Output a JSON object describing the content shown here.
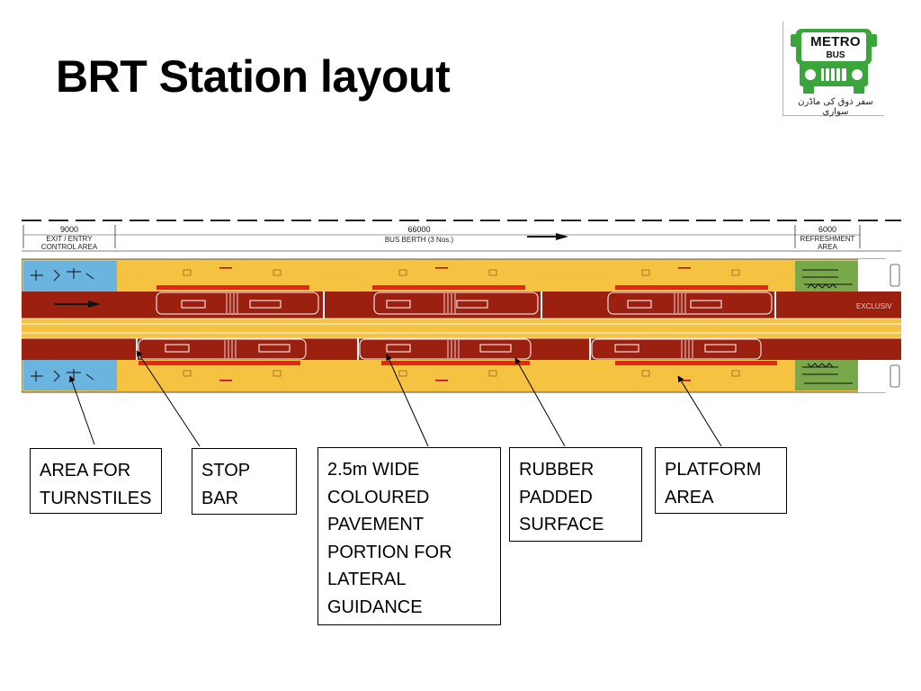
{
  "title": "BRT Station layout",
  "logo": {
    "line1": "METRO",
    "line2": "BUS",
    "tagline": "سفر ذوق کی ماڈرن سواری"
  },
  "plan": {
    "dimensions": [
      {
        "value": "9000",
        "label_lines": [
          "EXIT / ENTRY",
          "CONTROL AREA"
        ]
      },
      {
        "value": "66000",
        "label_lines": [
          "BUS BERTH (3 Nos.)"
        ]
      },
      {
        "value": "6000",
        "label_lines": [
          "REFRESHMENT",
          "AREA"
        ]
      }
    ],
    "lane_label": "EXCLUSIV"
  },
  "callouts": [
    {
      "id": "turnstiles",
      "text": "AREA FOR\nTURNSTILES"
    },
    {
      "id": "stop-bar",
      "text": "STOP\nBAR"
    },
    {
      "id": "pavement",
      "text": "2.5m WIDE\nCOLOURED\nPAVEMENT\nPORTION FOR\nLATERAL\nGUIDANCE"
    },
    {
      "id": "rubber",
      "text": "RUBBER\nPADDED\nSURFACE"
    },
    {
      "id": "platform",
      "text": "PLATFORM\nAREA"
    }
  ],
  "colors": {
    "road": "#9b2010",
    "platform": "#f6c242",
    "entry_area": "#6ab4e0",
    "refreshment_area": "#78a84a",
    "rubber_strip": "#e8231a",
    "logo_green": "#3aa53a"
  }
}
